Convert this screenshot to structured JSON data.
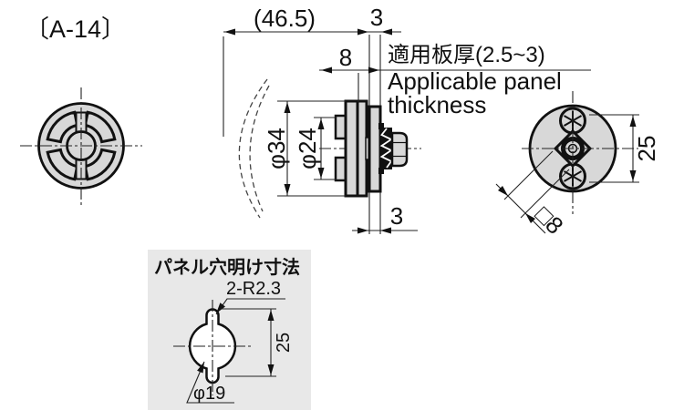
{
  "title": "〔A-14〕",
  "side_view": {
    "dims": {
      "overall_depth": "(46.5)",
      "panel_gap_top": "3",
      "boss_length": "8",
      "flange_diameter": "φ34",
      "body_diameter": "φ24",
      "panel_gap_bottom": "3"
    }
  },
  "panel_note": {
    "jp": "適用板厚(2.5~3)",
    "en_line1": "Applicable panel",
    "en_line2": "thickness"
  },
  "rear_view": {
    "dims": {
      "screw_spacing": "25",
      "square_shaft": "□8"
    }
  },
  "panel_cutout": {
    "title": "パネル穴明け寸法",
    "dims": {
      "tab_radius": "2-R2.3",
      "hole_height": "25",
      "hole_diameter": "φ19"
    }
  },
  "colors": {
    "line": "#1a1a1a",
    "part_fill": "#d8d8d8",
    "cutout_bg": "#e8e8e8",
    "hole_fill": "#ffffff",
    "background": "#ffffff"
  }
}
